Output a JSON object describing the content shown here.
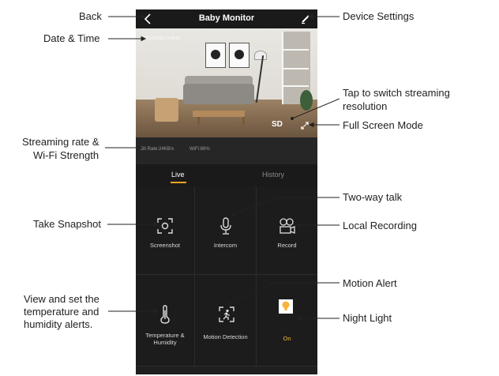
{
  "app": {
    "title": "Baby Monitor",
    "back_icon": "chevron-left-icon",
    "settings_icon": "pencil-icon"
  },
  "video": {
    "datetime": "07/23/2020 13:40:20",
    "resolution": "SD"
  },
  "stats": {
    "bitrate": "Bit Rate:24KB/s",
    "wifi": "WiFi:86%"
  },
  "tabs": [
    {
      "label": "Live",
      "active": true
    },
    {
      "label": "History",
      "active": false
    }
  ],
  "controls": {
    "screenshot": "Screenshot",
    "intercom": "Intercom",
    "record": "Record",
    "temperature": "Temperature &\nHumidity",
    "motion": "Motion Detection",
    "nightlight_state": "On"
  },
  "callouts": {
    "back": "Back",
    "datetime": "Date & Time",
    "device_settings": "Device Settings",
    "resolution_1": "Tap to switch streaming",
    "resolution_2": "resolution",
    "fullscreen": "Full Screen Mode",
    "streaming_1": "Streaming rate &",
    "streaming_2": "Wi-Fi Strength",
    "two_way": "Two-way talk",
    "snapshot": "Take Snapshot",
    "recording": "Local Recording",
    "motion": "Motion Alert",
    "temp_1": "View and set the",
    "temp_2": "temperature and",
    "temp_3": "humidity alerts.",
    "night": "Night Light"
  },
  "colors": {
    "accent": "#f5a623",
    "nightlight_on": "#f5b53c",
    "background": "#1f1f1f"
  }
}
